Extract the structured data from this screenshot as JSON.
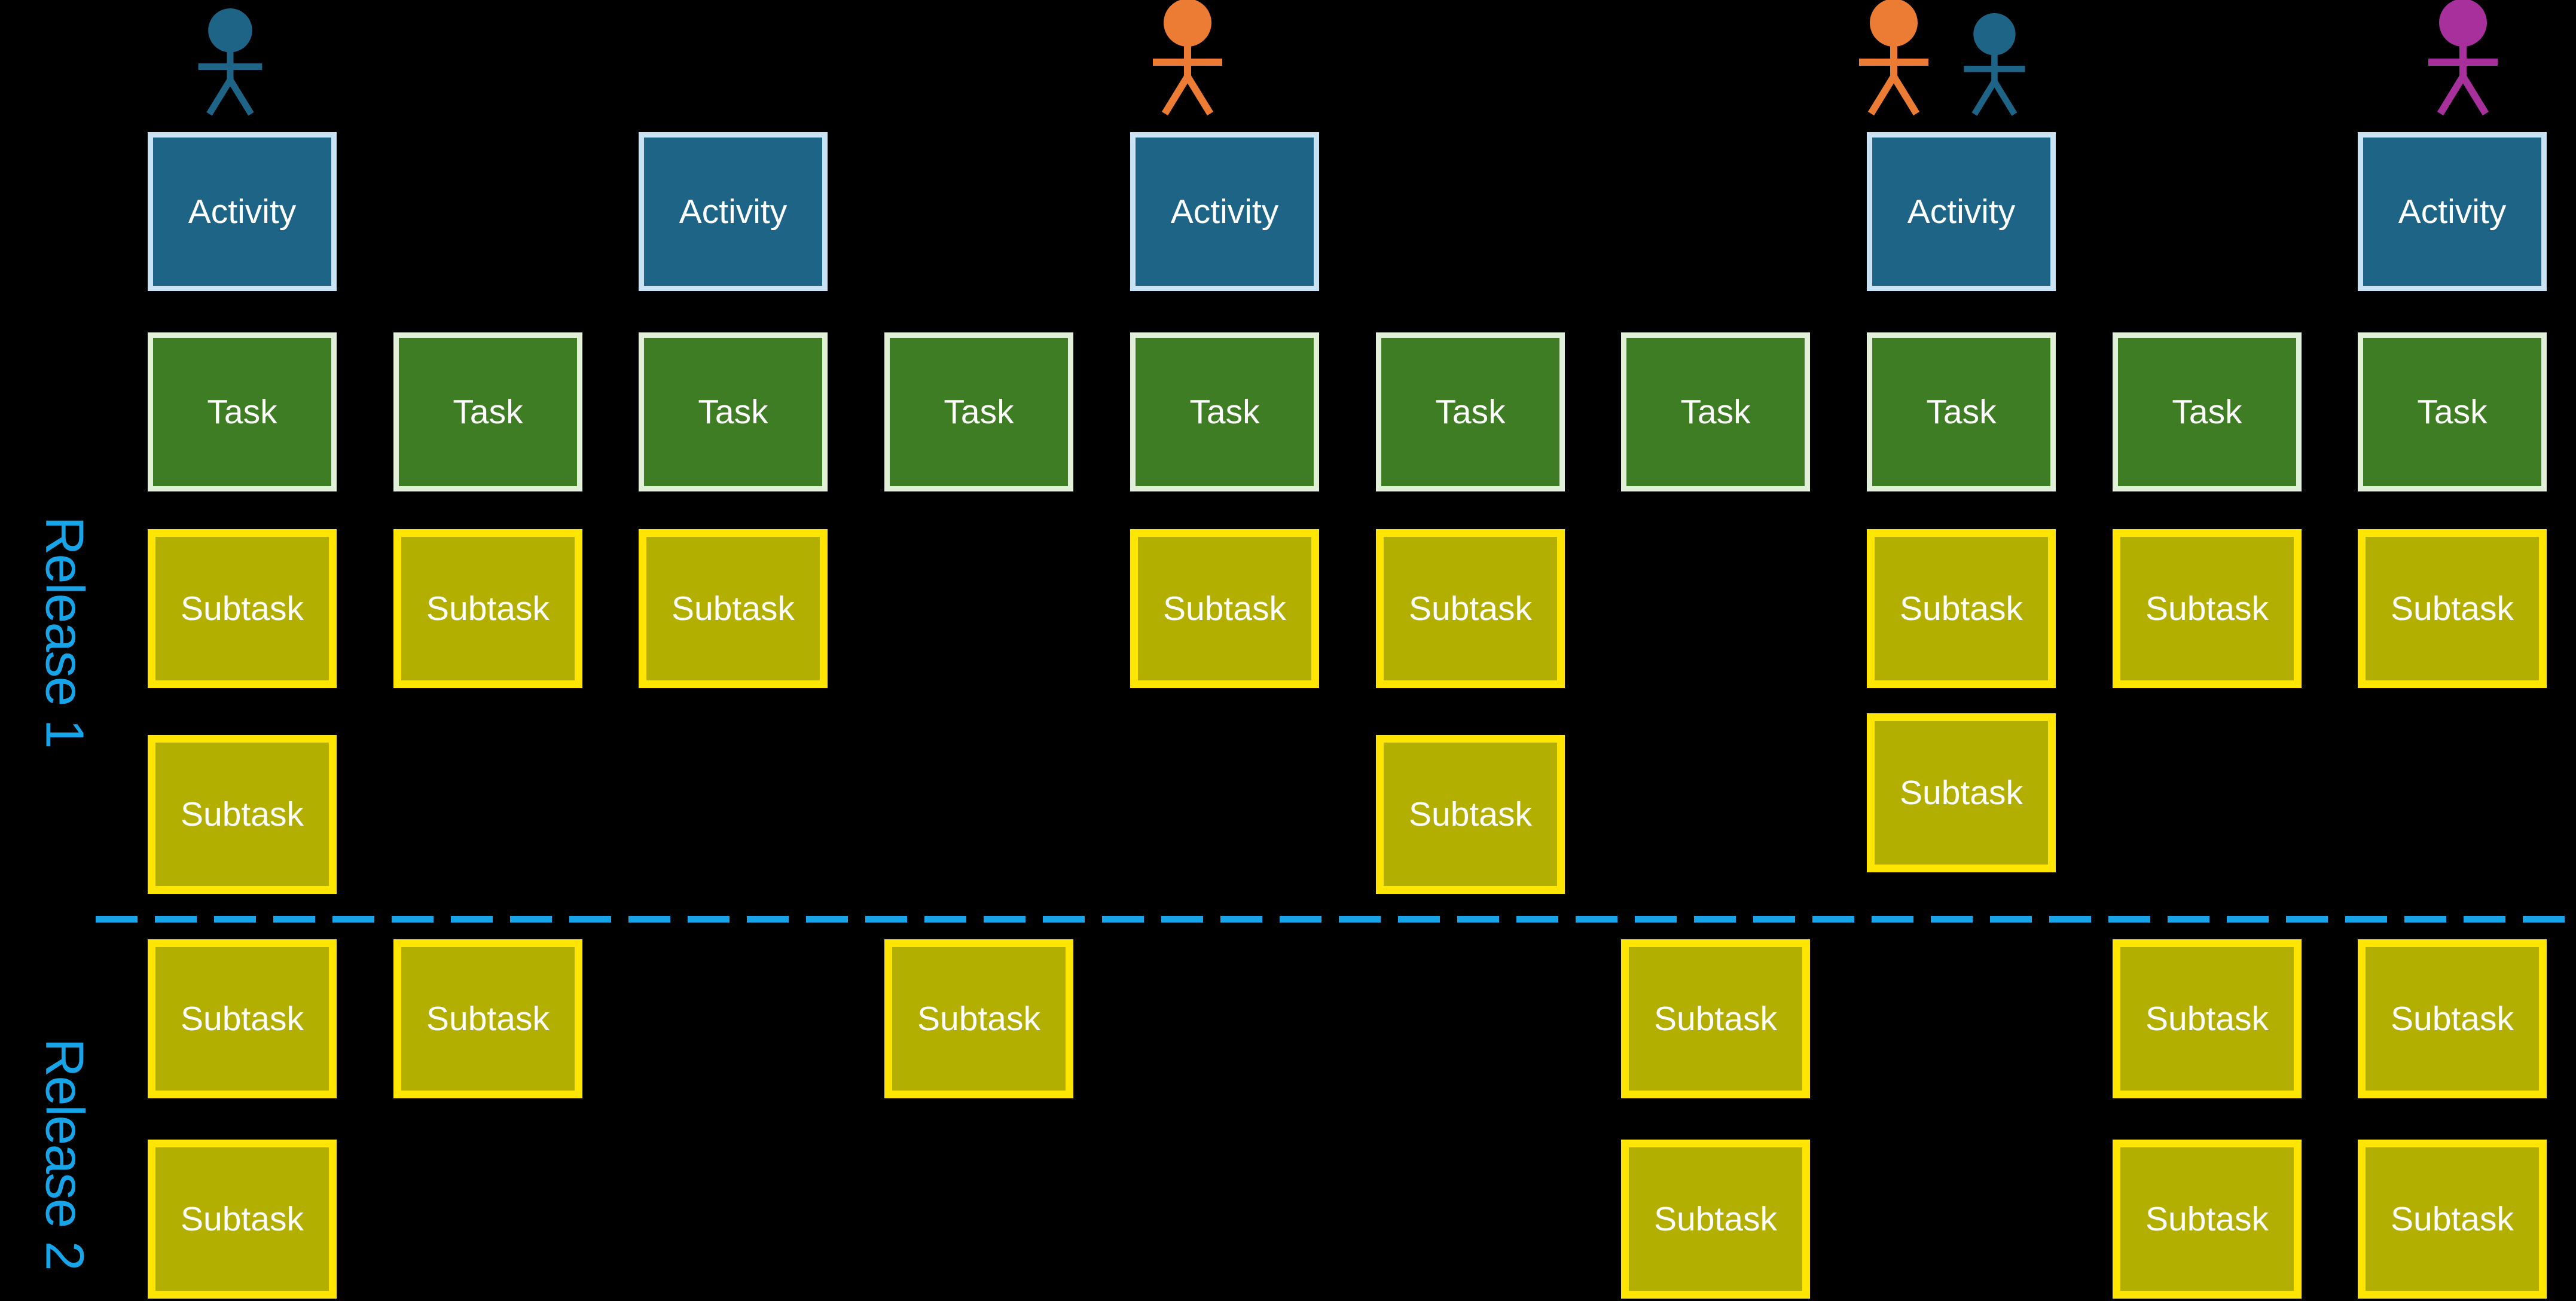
{
  "labels": {
    "activity": "Activity",
    "task": "Task",
    "subtask": "Subtask"
  },
  "releases": [
    {
      "label": "Release 1"
    },
    {
      "label": "Release 2"
    }
  ],
  "colors": {
    "background": "#000000",
    "card_text": "#ffffff",
    "activity_fill": "#1d6486",
    "activity_border": "#c9e3f5",
    "task_fill": "#3e7d23",
    "task_border": "#e2f0d9",
    "subtask_fill": "#b3af00",
    "subtask_border": "#ffe602",
    "release_text": "#18a4e8",
    "divider": "#18a4e8",
    "persona_blue": "#1d6486",
    "persona_orange": "#ec7c33",
    "persona_purple": "#a7309d"
  },
  "columns": [
    {
      "personas": [
        "blue"
      ],
      "activity": true,
      "task": true,
      "release1_subtasks": 2,
      "release2_subtasks": 2
    },
    {
      "personas": [],
      "activity": false,
      "task": true,
      "release1_subtasks": 1,
      "release2_subtasks": 1
    },
    {
      "personas": [],
      "activity": true,
      "task": true,
      "release1_subtasks": 1,
      "release2_subtasks": 0
    },
    {
      "personas": [],
      "activity": false,
      "task": true,
      "release1_subtasks": 0,
      "release2_subtasks": 1
    },
    {
      "personas": [
        "orange"
      ],
      "activity": true,
      "task": true,
      "release1_subtasks": 1,
      "release2_subtasks": 0
    },
    {
      "personas": [],
      "activity": false,
      "task": true,
      "release1_subtasks": 2,
      "release2_subtasks": 0
    },
    {
      "personas": [],
      "activity": false,
      "task": true,
      "release1_subtasks": 0,
      "release2_subtasks": 2
    },
    {
      "personas": [
        "orange",
        "blue"
      ],
      "activity": true,
      "task": true,
      "release1_subtasks": 2,
      "release2_subtasks": 0
    },
    {
      "personas": [],
      "activity": false,
      "task": true,
      "release1_subtasks": 1,
      "release2_subtasks": 2
    },
    {
      "personas": [
        "purple"
      ],
      "activity": true,
      "task": true,
      "release1_subtasks": 1,
      "release2_subtasks": 2
    }
  ]
}
